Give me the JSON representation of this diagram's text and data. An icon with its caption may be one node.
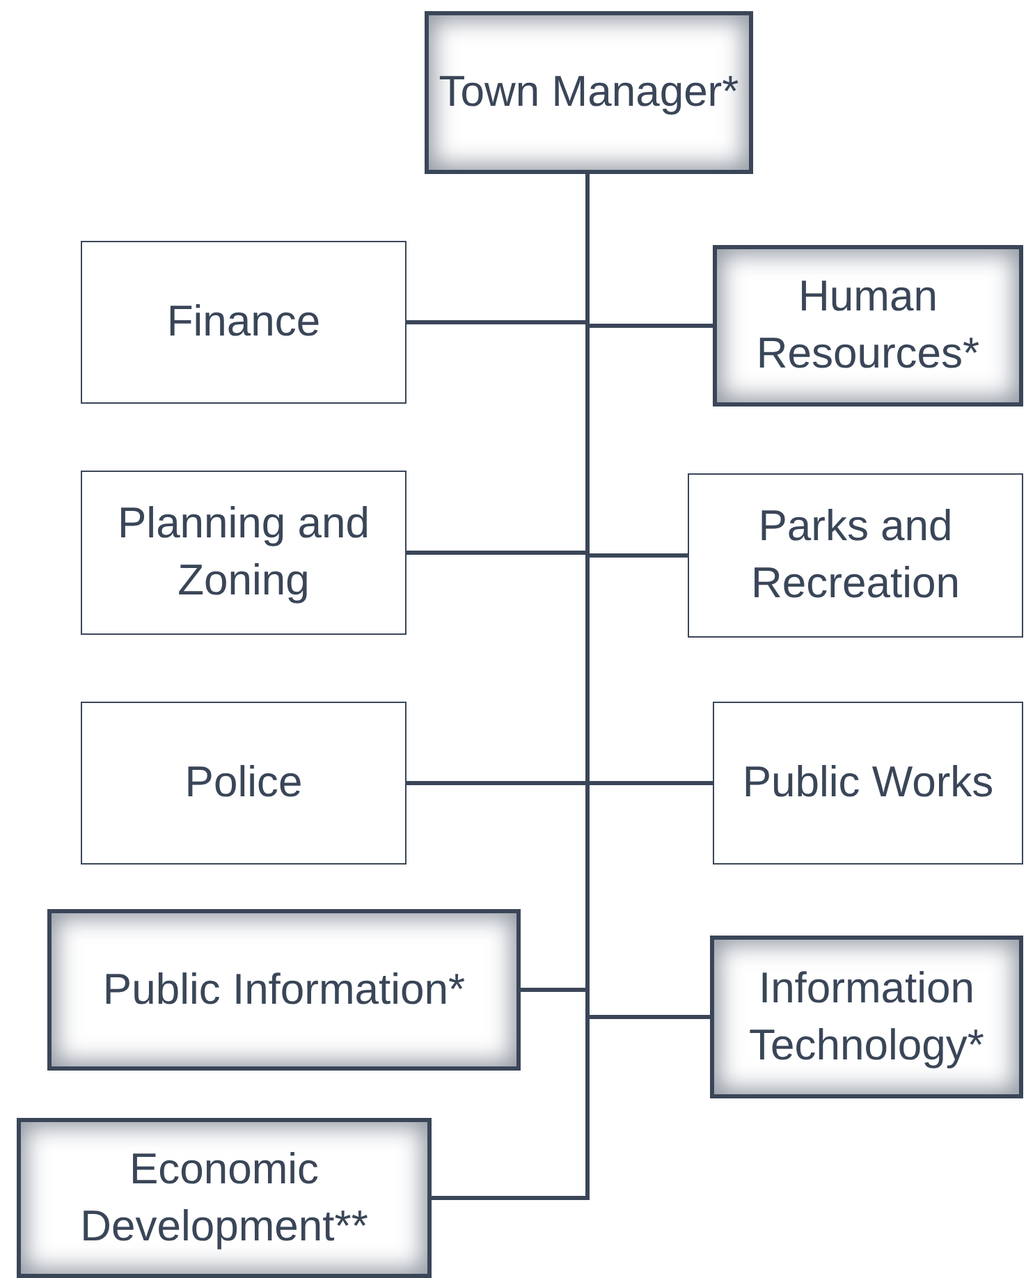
{
  "diagram": {
    "nodes": [
      {
        "text": [
          "Town Manager*"
        ]
      },
      {
        "text": [
          "Finance"
        ]
      },
      {
        "text": [
          "Human Resources*"
        ]
      },
      {
        "text": [
          "Planning and Zoning"
        ]
      },
      {
        "text": [
          "Parks and Recreation"
        ]
      },
      {
        "text": [
          "Police"
        ]
      },
      {
        "text": [
          "Public Works"
        ]
      },
      {
        "text": [
          "Public Information*"
        ]
      },
      {
        "text": [
          "Information Technology*"
        ]
      },
      {
        "text": [
          "Economic Development**"
        ]
      }
    ],
    "edges": [
      {
        "from": 0,
        "to": 1,
        "arrow": "none"
      },
      {
        "from": 0,
        "to": 2,
        "arrow": "none"
      },
      {
        "from": 0,
        "to": 3,
        "arrow": "none"
      },
      {
        "from": 0,
        "to": 4,
        "arrow": "none"
      },
      {
        "from": 0,
        "to": 5,
        "arrow": "none"
      },
      {
        "from": 0,
        "to": 6,
        "arrow": "none"
      },
      {
        "from": 0,
        "to": 7,
        "arrow": "none"
      },
      {
        "from": 0,
        "to": 8,
        "arrow": "none"
      },
      {
        "from": 0,
        "to": 9,
        "arrow": "none"
      }
    ]
  }
}
